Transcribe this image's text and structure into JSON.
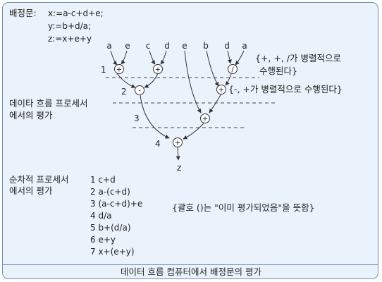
{
  "header": {
    "label": "배정문:",
    "lines": [
      "x:=a-c+d+e;",
      "y:=b+d/a;",
      "z:=x+e+y"
    ]
  },
  "diagram": {
    "inputs": [
      "a",
      "e",
      "c",
      "d",
      "e",
      "b",
      "d",
      "a"
    ],
    "levels": [
      "1",
      "2",
      "3",
      "4"
    ],
    "operators": [
      "+",
      "+",
      "/",
      "-",
      "+",
      "+",
      "+"
    ],
    "output": "z",
    "note_level1": [
      "{+, +, /가 병렬적으로",
      "수행된다}"
    ],
    "note_level2": "{-, +가 병렬적으로 수행된다}"
  },
  "dataflow_label": [
    "데이타 흐름 프로세서",
    "에서의 평가"
  ],
  "sequential": {
    "label": [
      "순차적 프로세서",
      "에서의 평가"
    ],
    "steps": [
      "1 c+d",
      "2 a-(c+d)",
      "3 (a-c+d)+e",
      "4 d/a",
      "5 b+(d/a)",
      "6 e+y",
      "7 x+(e+y)"
    ]
  },
  "paren_note": "{괄호 ()는 \"이미 평가되었음\"을 뜻함}",
  "caption": "데이터 흐름 컴퓨터에서 배정문의 평가"
}
